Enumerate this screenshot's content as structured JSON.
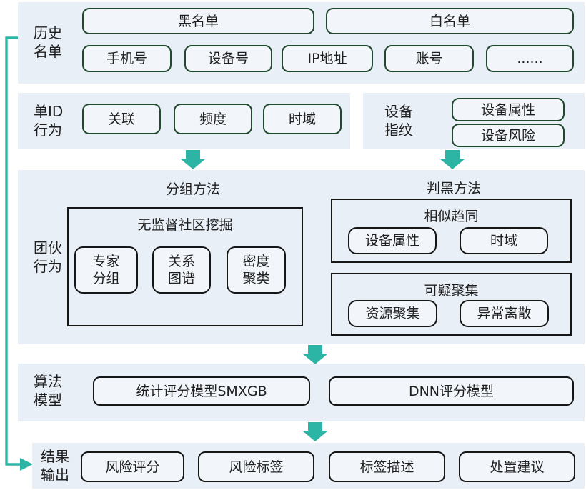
{
  "colors": {
    "accent_teal": "#2cb5a5",
    "band_bg": "#e9eff7",
    "green_border": "#21492f",
    "dark_border": "#161616"
  },
  "history": {
    "label": "历史\n名单",
    "blacklist": "黑名单",
    "whitelist": "白名单",
    "items": [
      "手机号",
      "设备号",
      "IP地址",
      "账号",
      "......"
    ]
  },
  "single_id": {
    "label": "单ID\n行为",
    "items": [
      "关联",
      "频度",
      "时域"
    ]
  },
  "device_fp": {
    "label": "设备\n指纹",
    "items": [
      "设备属性",
      "设备风险"
    ]
  },
  "group": {
    "label": "团伙\n行为",
    "grouping_title": "分组方法",
    "blackjudge_title": "判黑方法",
    "community": {
      "title": "无监督社区挖掘",
      "items": [
        "专家\n分组",
        "关系\n图谱",
        "密度\n聚类"
      ]
    },
    "similar": {
      "title": "相似趋同",
      "items": [
        "设备属性",
        "时域"
      ]
    },
    "suspicious": {
      "title": "可疑聚集",
      "items": [
        "资源聚集",
        "异常离散"
      ]
    }
  },
  "algorithm": {
    "label": "算法\n模型",
    "items": [
      "统计评分模型SMXGB",
      "DNN评分模型"
    ]
  },
  "output": {
    "label": "结果\n输出",
    "items": [
      "风险评分",
      "风险标签",
      "标签描述",
      "处置建议"
    ]
  }
}
